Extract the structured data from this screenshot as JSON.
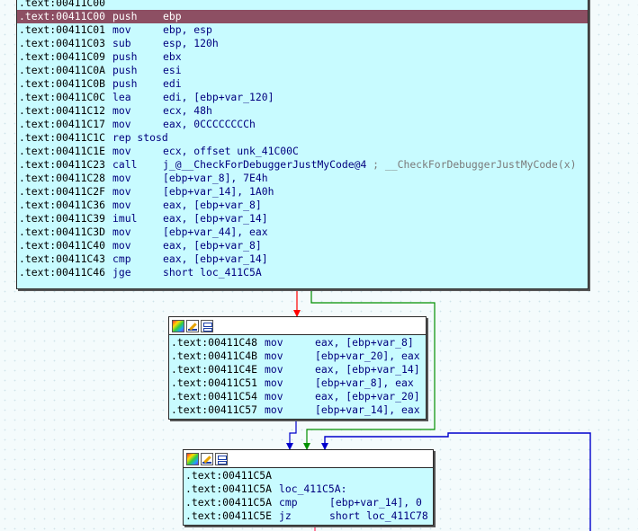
{
  "top_block": {
    "partial_line": ".text:00411C00",
    "lines": [
      {
        "addr": ".text:00411C00",
        "mn": "push",
        "ops": "ebp",
        "cmt": ""
      },
      {
        "addr": ".text:00411C01",
        "mn": "mov",
        "ops": "ebp, esp",
        "cmt": ""
      },
      {
        "addr": ".text:00411C03",
        "mn": "sub",
        "ops": "esp, 120h",
        "cmt": ""
      },
      {
        "addr": ".text:00411C09",
        "mn": "push",
        "ops": "ebx",
        "cmt": ""
      },
      {
        "addr": ".text:00411C0A",
        "mn": "push",
        "ops": "esi",
        "cmt": ""
      },
      {
        "addr": ".text:00411C0B",
        "mn": "push",
        "ops": "edi",
        "cmt": ""
      },
      {
        "addr": ".text:00411C0C",
        "mn": "lea",
        "ops": "edi, [ebp+var_120]",
        "cmt": ""
      },
      {
        "addr": ".text:00411C12",
        "mn": "mov",
        "ops": "ecx, 48h",
        "cmt": ""
      },
      {
        "addr": ".text:00411C17",
        "mn": "mov",
        "ops": "eax, 0CCCCCCCCh",
        "cmt": ""
      },
      {
        "addr": ".text:00411C1C",
        "mn": "rep stosd",
        "ops": "",
        "cmt": ""
      },
      {
        "addr": ".text:00411C1E",
        "mn": "mov",
        "ops": "ecx, offset unk_41C00C",
        "cmt": ""
      },
      {
        "addr": ".text:00411C23",
        "mn": "call",
        "ops": "j_@__CheckForDebuggerJustMyCode@4",
        "cmt": " ; __CheckForDebuggerJustMyCode(x)"
      },
      {
        "addr": ".text:00411C28",
        "mn": "mov",
        "ops": "[ebp+var_8], 7E4h",
        "cmt": ""
      },
      {
        "addr": ".text:00411C2F",
        "mn": "mov",
        "ops": "[ebp+var_14], 1A0h",
        "cmt": ""
      },
      {
        "addr": ".text:00411C36",
        "mn": "mov",
        "ops": "eax, [ebp+var_8]",
        "cmt": ""
      },
      {
        "addr": ".text:00411C39",
        "mn": "imul",
        "ops": "eax, [ebp+var_14]",
        "cmt": ""
      },
      {
        "addr": ".text:00411C3D",
        "mn": "mov",
        "ops": "[ebp+var_44], eax",
        "cmt": ""
      },
      {
        "addr": ".text:00411C40",
        "mn": "mov",
        "ops": "eax, [ebp+var_8]",
        "cmt": ""
      },
      {
        "addr": ".text:00411C43",
        "mn": "cmp",
        "ops": "eax, [ebp+var_14]",
        "cmt": ""
      },
      {
        "addr": ".text:00411C46",
        "mn": "jge",
        "ops": "short loc_411C5A",
        "cmt": ""
      }
    ]
  },
  "mid_block": {
    "lines": [
      {
        "addr": ".text:00411C48",
        "mn": "mov",
        "ops": "eax, [ebp+var_8]"
      },
      {
        "addr": ".text:00411C4B",
        "mn": "mov",
        "ops": "[ebp+var_20], eax"
      },
      {
        "addr": ".text:00411C4E",
        "mn": "mov",
        "ops": "eax, [ebp+var_14]"
      },
      {
        "addr": ".text:00411C51",
        "mn": "mov",
        "ops": "[ebp+var_8], eax"
      },
      {
        "addr": ".text:00411C54",
        "mn": "mov",
        "ops": "eax, [ebp+var_20]"
      },
      {
        "addr": ".text:00411C57",
        "mn": "mov",
        "ops": "[ebp+var_14], eax"
      }
    ]
  },
  "bottom_block": {
    "lines": [
      {
        "addr": ".text:00411C5A",
        "mn": "",
        "ops": ""
      },
      {
        "addr": ".text:00411C5A",
        "mn": "loc_411C5A:",
        "ops": ""
      },
      {
        "addr": ".text:00411C5A",
        "mn": "cmp",
        "ops": "[ebp+var_14], 0"
      },
      {
        "addr": ".text:00411C5E",
        "mn": "jz",
        "ops": "short loc_411C78"
      }
    ]
  },
  "colors": {
    "highlight_row": "#8d4f63",
    "node_bg": "#c8fbff",
    "edge_false": "#ff0000",
    "edge_true": "#009000",
    "edge_uncond": "#0000cc"
  },
  "icons": [
    "color-palette-icon",
    "rename-icon",
    "graph-overview-icon"
  ]
}
